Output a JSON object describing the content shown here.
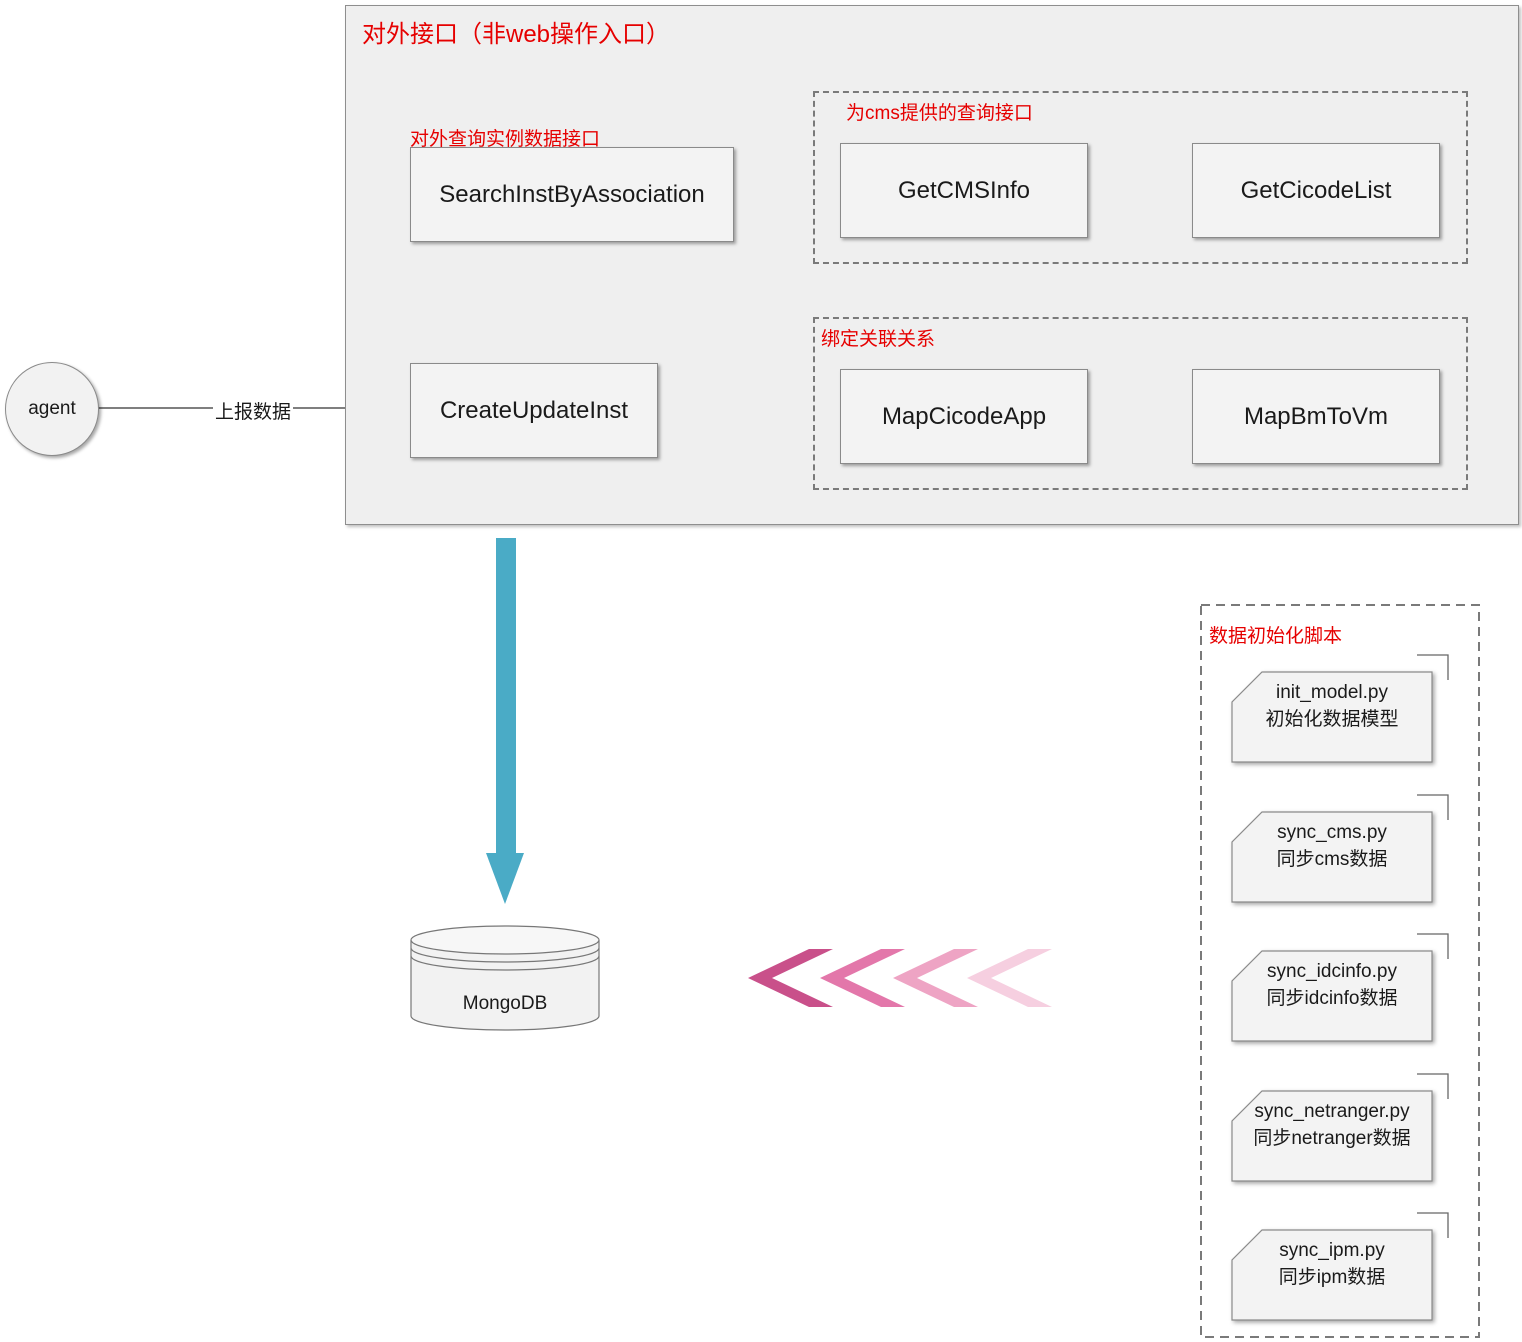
{
  "panel": {
    "title": "对外接口（非web操作入口）"
  },
  "search_group": {
    "label": "对外查询实例数据接口",
    "box": "SearchInstByAssociation"
  },
  "create_box": "CreateUpdateInst",
  "cms_group": {
    "label": "为cms提供的查询接口",
    "items": [
      "GetCMSInfo",
      "GetCicodeList"
    ]
  },
  "bind_group": {
    "label": "绑定关联关系",
    "items": [
      "MapCicodeApp",
      "MapBmToVm"
    ]
  },
  "agent": {
    "label": "agent",
    "connector_label": "上报数据"
  },
  "database": {
    "label": "MongoDB"
  },
  "scripts": {
    "title": "数据初始化脚本",
    "items": [
      {
        "file": "init_model.py",
        "desc": "初始化数据模型"
      },
      {
        "file": "sync_cms.py",
        "desc": "同步cms数据"
      },
      {
        "file": "sync_idcinfo.py",
        "desc": "同步idcinfo数据"
      },
      {
        "file": "sync_netranger.py",
        "desc": "同步netranger数据"
      },
      {
        "file": "sync_ipm.py",
        "desc": "同步ipm数据"
      }
    ]
  },
  "colors": {
    "title_red": "#e60000",
    "down_arrow": "#4aabc6",
    "chevrons": [
      "#c9508a",
      "#e377aa",
      "#eea4c4",
      "#f6cfe0"
    ]
  }
}
